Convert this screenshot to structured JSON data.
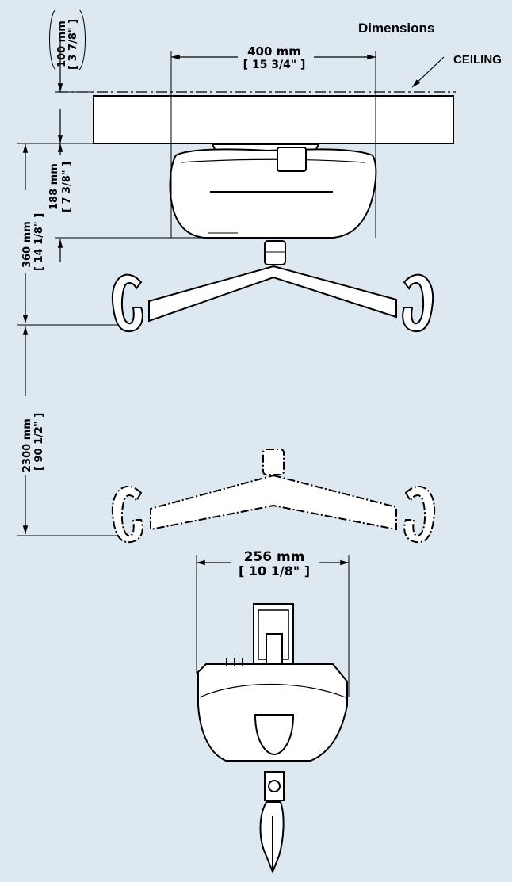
{
  "title": "Dimensions",
  "ceiling_label": "CEILING",
  "dims": {
    "ceiling_top_mm": "100 mm",
    "ceiling_top_in": "[ 3 7/8\" ]",
    "width_top_mm": "400 mm",
    "width_top_in": "[ 15 3/4\" ]",
    "body_mm": "188 mm",
    "body_in": "[ 7 3/8\" ]",
    "drop_mm": "360 mm",
    "drop_in": "[ 14 1/8\" ]",
    "travel_mm": "2300 mm",
    "travel_in": "[ 90 1/2\" ]",
    "width_bottom_mm": "256 mm",
    "width_bottom_in": "[ 10 1/8\" ]"
  },
  "colors": {
    "background": "#dde8f0",
    "ink": "#000000",
    "part": "#ffffff"
  }
}
